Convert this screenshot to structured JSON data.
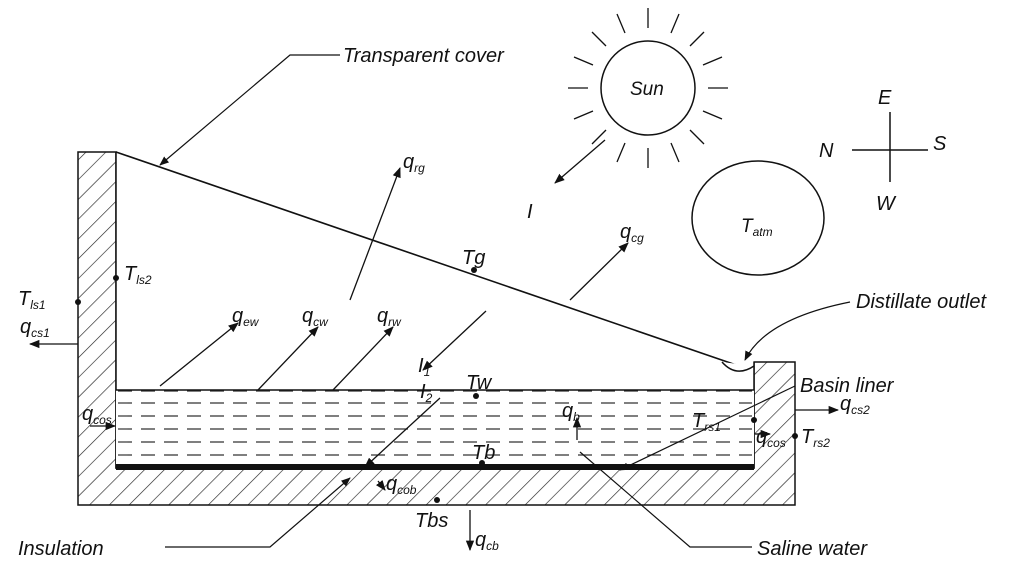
{
  "labels": {
    "transparent_cover": "Transparent cover",
    "sun": "Sun",
    "distillate_outlet": "Distillate outlet",
    "basin_liner": "Basin liner",
    "insulation": "Insulation",
    "saline_water": "Saline water",
    "t_atm": {
      "main": "T",
      "sub": "atm"
    }
  },
  "compass": {
    "north": "N",
    "south": "S",
    "east": "E",
    "west": "W"
  },
  "symbols": {
    "I": "I",
    "I1": {
      "main": "I",
      "sub": "1"
    },
    "I2": {
      "main": "I",
      "sub": "2"
    },
    "Tg": "Tg",
    "Tw": "Tw",
    "Tb": "Tb",
    "Tbs": "Tbs",
    "Tls1": {
      "main": "T",
      "sub": "ls1"
    },
    "Tls2": {
      "main": "T",
      "sub": "ls2"
    },
    "Trs1": {
      "main": "T",
      "sub": "rs1"
    },
    "Trs2": {
      "main": "T",
      "sub": "rs2"
    },
    "qrg": {
      "main": "q",
      "sub": "rg"
    },
    "qcg": {
      "main": "q",
      "sub": "cg"
    },
    "qew": {
      "main": "q",
      "sub": "ew"
    },
    "qcw": {
      "main": "q",
      "sub": "cw"
    },
    "qrw": {
      "main": "q",
      "sub": "rw"
    },
    "qcs1": {
      "main": "q",
      "sub": "cs1"
    },
    "qcs2": {
      "main": "q",
      "sub": "cs2"
    },
    "qcos_left": {
      "main": "q",
      "sub": "cos"
    },
    "qcos_right": {
      "main": "q",
      "sub": "cos"
    },
    "qb": {
      "main": "q",
      "sub": "b"
    },
    "qcob": {
      "main": "q",
      "sub": "cob"
    },
    "qcb": {
      "main": "q",
      "sub": "cb"
    }
  }
}
